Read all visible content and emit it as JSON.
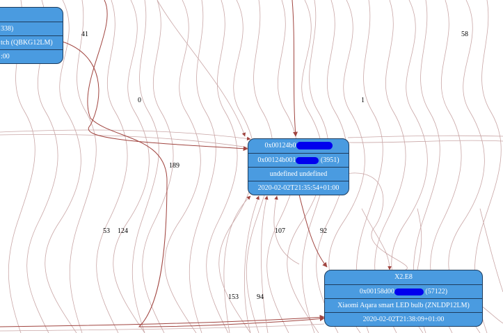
{
  "colors": {
    "node_fill": "#4a9be0",
    "node_border": "#1d3b5c",
    "node_text": "#ffffff",
    "edge_light": "#c9a6a6",
    "edge_dark": "#a0443f",
    "redaction": "#0000ee"
  },
  "nodes": {
    "left": {
      "row1": "338)",
      "row2": "tch (QBKG12LM)",
      "row3": ":00"
    },
    "center": {
      "row1": "0x00124b0",
      "row2_prefix": "0x00124b001",
      "row2_suffix": "(3951)",
      "row3": "undefined undefined",
      "row4": "2020-02-02T21:35:54+01:00"
    },
    "bulb": {
      "row1": "X2.E8",
      "row2_prefix": "0x00158d00",
      "row2_suffix": "(57122)",
      "row3": "Xiaomi Aqara smart LED bulb (ZNLDP12LM)",
      "row4": "2020-02-02T21:38:09+01:00"
    }
  },
  "edge_labels": {
    "l41": "41",
    "l58": "58",
    "l0": "0",
    "l1": "1",
    "l189": "189",
    "l53": "53",
    "l124": "124",
    "l107": "107",
    "l92": "92",
    "l153": "153",
    "l94": "94"
  }
}
